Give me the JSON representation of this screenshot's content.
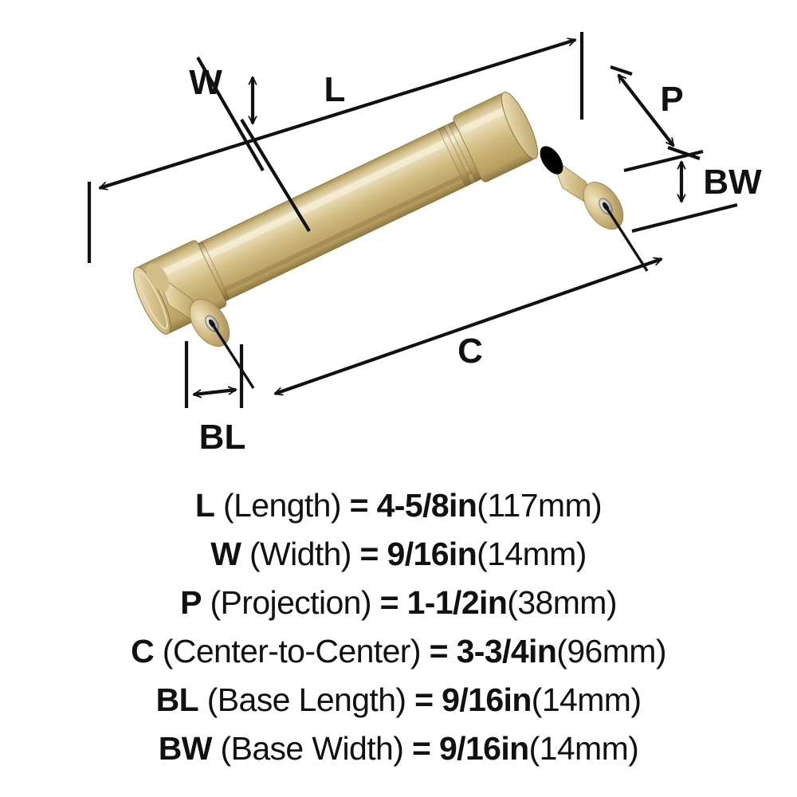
{
  "product": {
    "type": "cabinet-bar-pull-handle",
    "finish_color": "#cdb98a",
    "finish_highlight": "#efe3bd",
    "finish_shadow": "#9f8c5c",
    "screw_color": "#d8d8d8",
    "line_color": "#111111",
    "background": "#ffffff"
  },
  "diagram": {
    "labels": {
      "length": "L",
      "width": "W",
      "projection": "P",
      "center_to_center": "C",
      "base_length": "BL",
      "base_width": "BW"
    }
  },
  "specs": [
    {
      "code": "L",
      "name": "(Length)",
      "eq": "=",
      "value": "4-5/8in",
      "metric": "(117mm)"
    },
    {
      "code": "W",
      "name": "(Width)",
      "eq": "=",
      "value": "9/16in",
      "metric": "(14mm)"
    },
    {
      "code": "P",
      "name": "(Projection)",
      "eq": "=",
      "value": "1-1/2in",
      "metric": "(38mm)"
    },
    {
      "code": "C",
      "name": "(Center-to-Center)",
      "eq": "=",
      "value": "3-3/4in",
      "metric": "(96mm)"
    },
    {
      "code": "BL",
      "name": "(Base Length)",
      "eq": "=",
      "value": "9/16in",
      "metric": "(14mm)"
    },
    {
      "code": "BW",
      "name": "(Base Width)",
      "eq": "=",
      "value": "9/16in",
      "metric": "(14mm)"
    }
  ]
}
